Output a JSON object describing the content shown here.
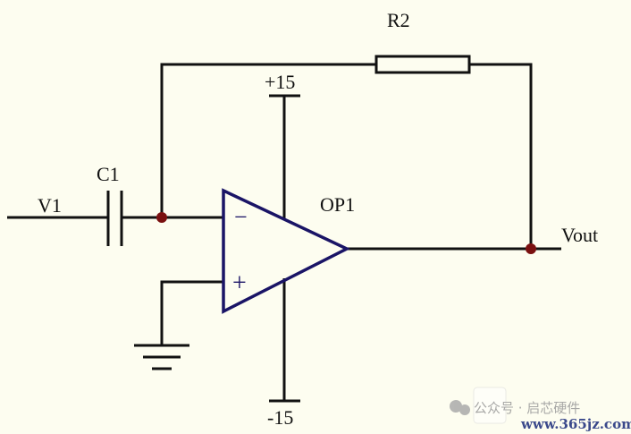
{
  "labels": {
    "resistor": "R2",
    "capacitor": "C1",
    "input": "V1",
    "opamp": "OP1",
    "output": "Vout",
    "vplus": "+15",
    "vminus": "-15",
    "inverting_sign": "−",
    "noninverting_sign": "+"
  },
  "watermark": {
    "text": "公众号 · 启芯硬件",
    "url": "www.365jz.com"
  },
  "colors": {
    "background": "#fdfdf0",
    "wire": "#111111",
    "opamp": "#1a1466",
    "junction": "#7a1010"
  }
}
